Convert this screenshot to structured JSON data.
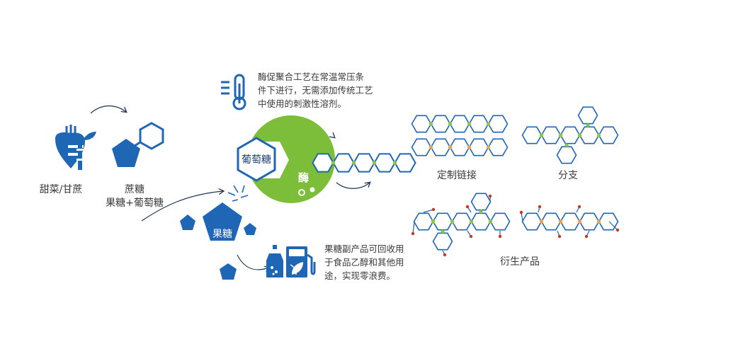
{
  "colors": {
    "blue": "#1f66b5",
    "green": "#7cbd3a",
    "chain_green": "#8cc63f",
    "chain_orange": "#f0a24a",
    "tip_red": "#c0392b",
    "grey": "#4a4a4a"
  },
  "icons": {
    "beet_cane": "beet-sugarcane-icon",
    "thermometer": "thermometer-icon",
    "biofuel": "biofuel-pump-icon"
  },
  "labels": {
    "beet_cane": "甜菜/甘蔗",
    "sucrose": "蔗糖",
    "fructose_glucose": "果糖+葡萄糖",
    "glucose": "葡萄糖",
    "enzyme": "酶",
    "fructose": "果糖",
    "custom_link": "定制链接",
    "branch": "分支",
    "derivatives": "衍生产品"
  },
  "notes": {
    "enzyme_line1": "酶促聚合工艺在常温常压条",
    "enzyme_line2": "件下进行，无需添加传统工艺",
    "enzyme_line3": "中使用的刺激性溶剂。",
    "byproduct_line1": "果糖副产品可回收用",
    "byproduct_line2": "于食品乙醇和其他用",
    "byproduct_line3": "途，实现零浪费。"
  }
}
